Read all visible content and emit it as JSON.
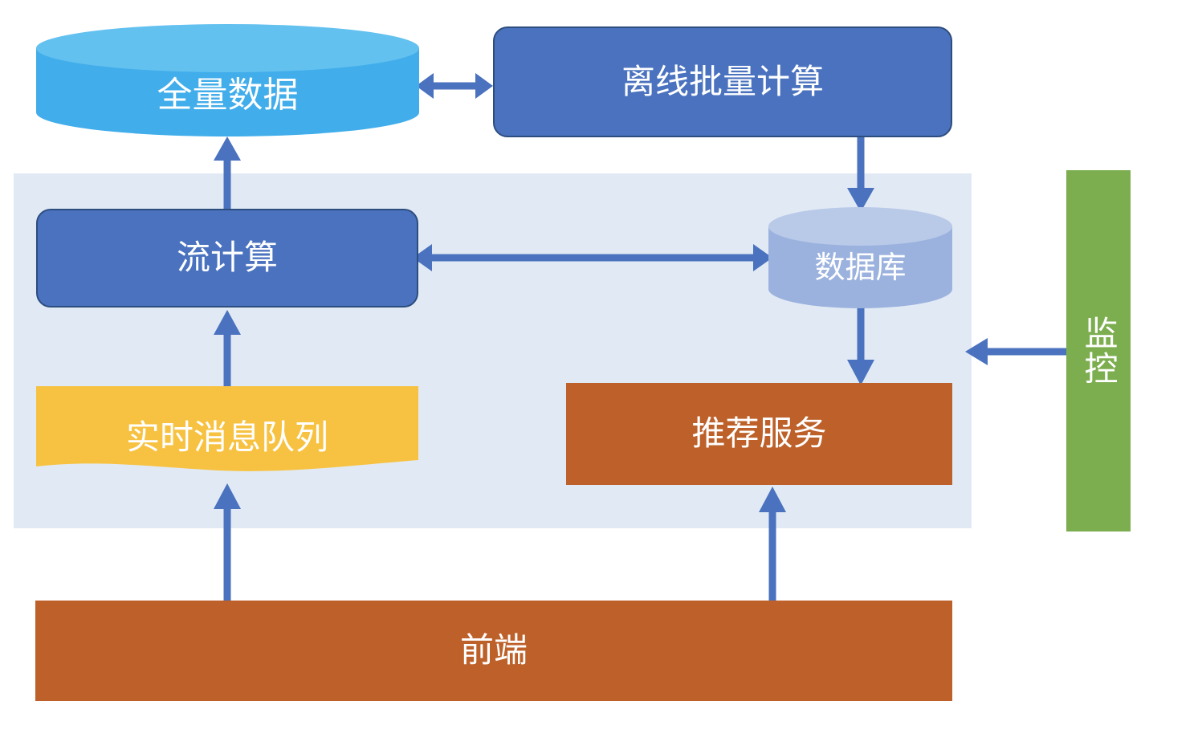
{
  "diagram": {
    "title_visible": false,
    "background": "#FFFFFF",
    "palette": {
      "panel_bg": "#E1EAF4",
      "cylinder_big": "#41ADEA",
      "cylinder_big_top": "#63C1F0",
      "cylinder_small": "#9BB2DE",
      "cylinder_small_top": "#B9C9E8",
      "round_box": "#4A72BE",
      "round_box_border": "#2E4D7F",
      "queue_yellow": "#F7C242",
      "service_orange": "#BD6029",
      "monitor_green": "#7CAE4F",
      "arrow_blue": "#4A72BE",
      "text_white": "#FFFFFF"
    },
    "nodes": {
      "full_data": {
        "label": "全量数据",
        "shape": "cylinder",
        "color": "#41ADEA"
      },
      "offline_batch": {
        "label": "离线批量计算",
        "shape": "rounded-rectangle",
        "color": "#4A72BE"
      },
      "stream_compute": {
        "label": "流计算",
        "shape": "rounded-rectangle",
        "color": "#4A72BE"
      },
      "database": {
        "label": "数据库",
        "shape": "cylinder",
        "color": "#9BB2DE"
      },
      "message_queue": {
        "label": "实时消息队列",
        "shape": "document-wave",
        "color": "#F7C242"
      },
      "recommend_service": {
        "label": "推荐服务",
        "shape": "rectangle",
        "color": "#BD6029"
      },
      "frontend": {
        "label": "前端",
        "shape": "rectangle",
        "color": "#BD6029"
      },
      "monitoring": {
        "label": "监控",
        "shape": "rectangle",
        "color": "#7CAE4F",
        "orientation": "vertical"
      }
    },
    "edges": [
      {
        "from": "full_data",
        "to": "offline_batch",
        "direction": "bidirectional"
      },
      {
        "from": "stream_compute",
        "to": "full_data",
        "direction": "up"
      },
      {
        "from": "offline_batch",
        "to": "database",
        "direction": "down"
      },
      {
        "from": "stream_compute",
        "to": "database",
        "direction": "bidirectional"
      },
      {
        "from": "message_queue",
        "to": "stream_compute",
        "direction": "up"
      },
      {
        "from": "database",
        "to": "recommend_service",
        "direction": "down"
      },
      {
        "from": "frontend",
        "to": "message_queue",
        "direction": "up"
      },
      {
        "from": "frontend",
        "to": "recommend_service",
        "direction": "up"
      },
      {
        "from": "monitoring",
        "to": "platform_panel",
        "direction": "left"
      }
    ]
  }
}
